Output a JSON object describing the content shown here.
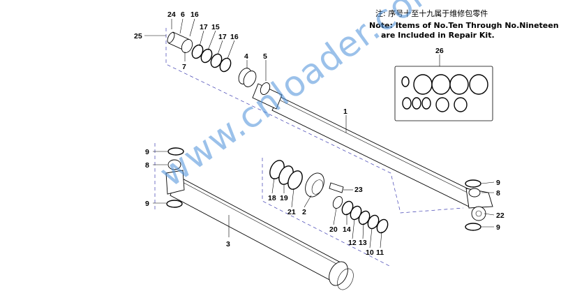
{
  "note": {
    "zh": "注: 序号十至十九属于维修包零件",
    "en_line1": "Note: Items of No.Ten Through No.Nineteen",
    "en_line2": "are Included in Repair Kit."
  },
  "watermark": "www.cnloader.com",
  "callouts": {
    "c24": "24",
    "c6": "6",
    "c16a": "16",
    "c25": "25",
    "c7": "7",
    "c17a": "17",
    "c15": "15",
    "c17b": "17",
    "c16b": "16",
    "c4": "4",
    "c5": "5",
    "c1": "1",
    "c26": "26",
    "c9a": "9",
    "c8a": "8",
    "c9b": "9",
    "c3": "3",
    "c18": "18",
    "c19": "19",
    "c21": "21",
    "c2": "2",
    "c23": "23",
    "c20": "20",
    "c14": "14",
    "c12": "12",
    "c13": "13",
    "c10": "10",
    "c11": "11",
    "c9c": "9",
    "c8b": "8",
    "c22": "22",
    "c9d": "9"
  },
  "colors": {
    "watermark": "#4a90d9",
    "seal_accent": "#cc0000",
    "center_line": "#3b3bb0"
  }
}
